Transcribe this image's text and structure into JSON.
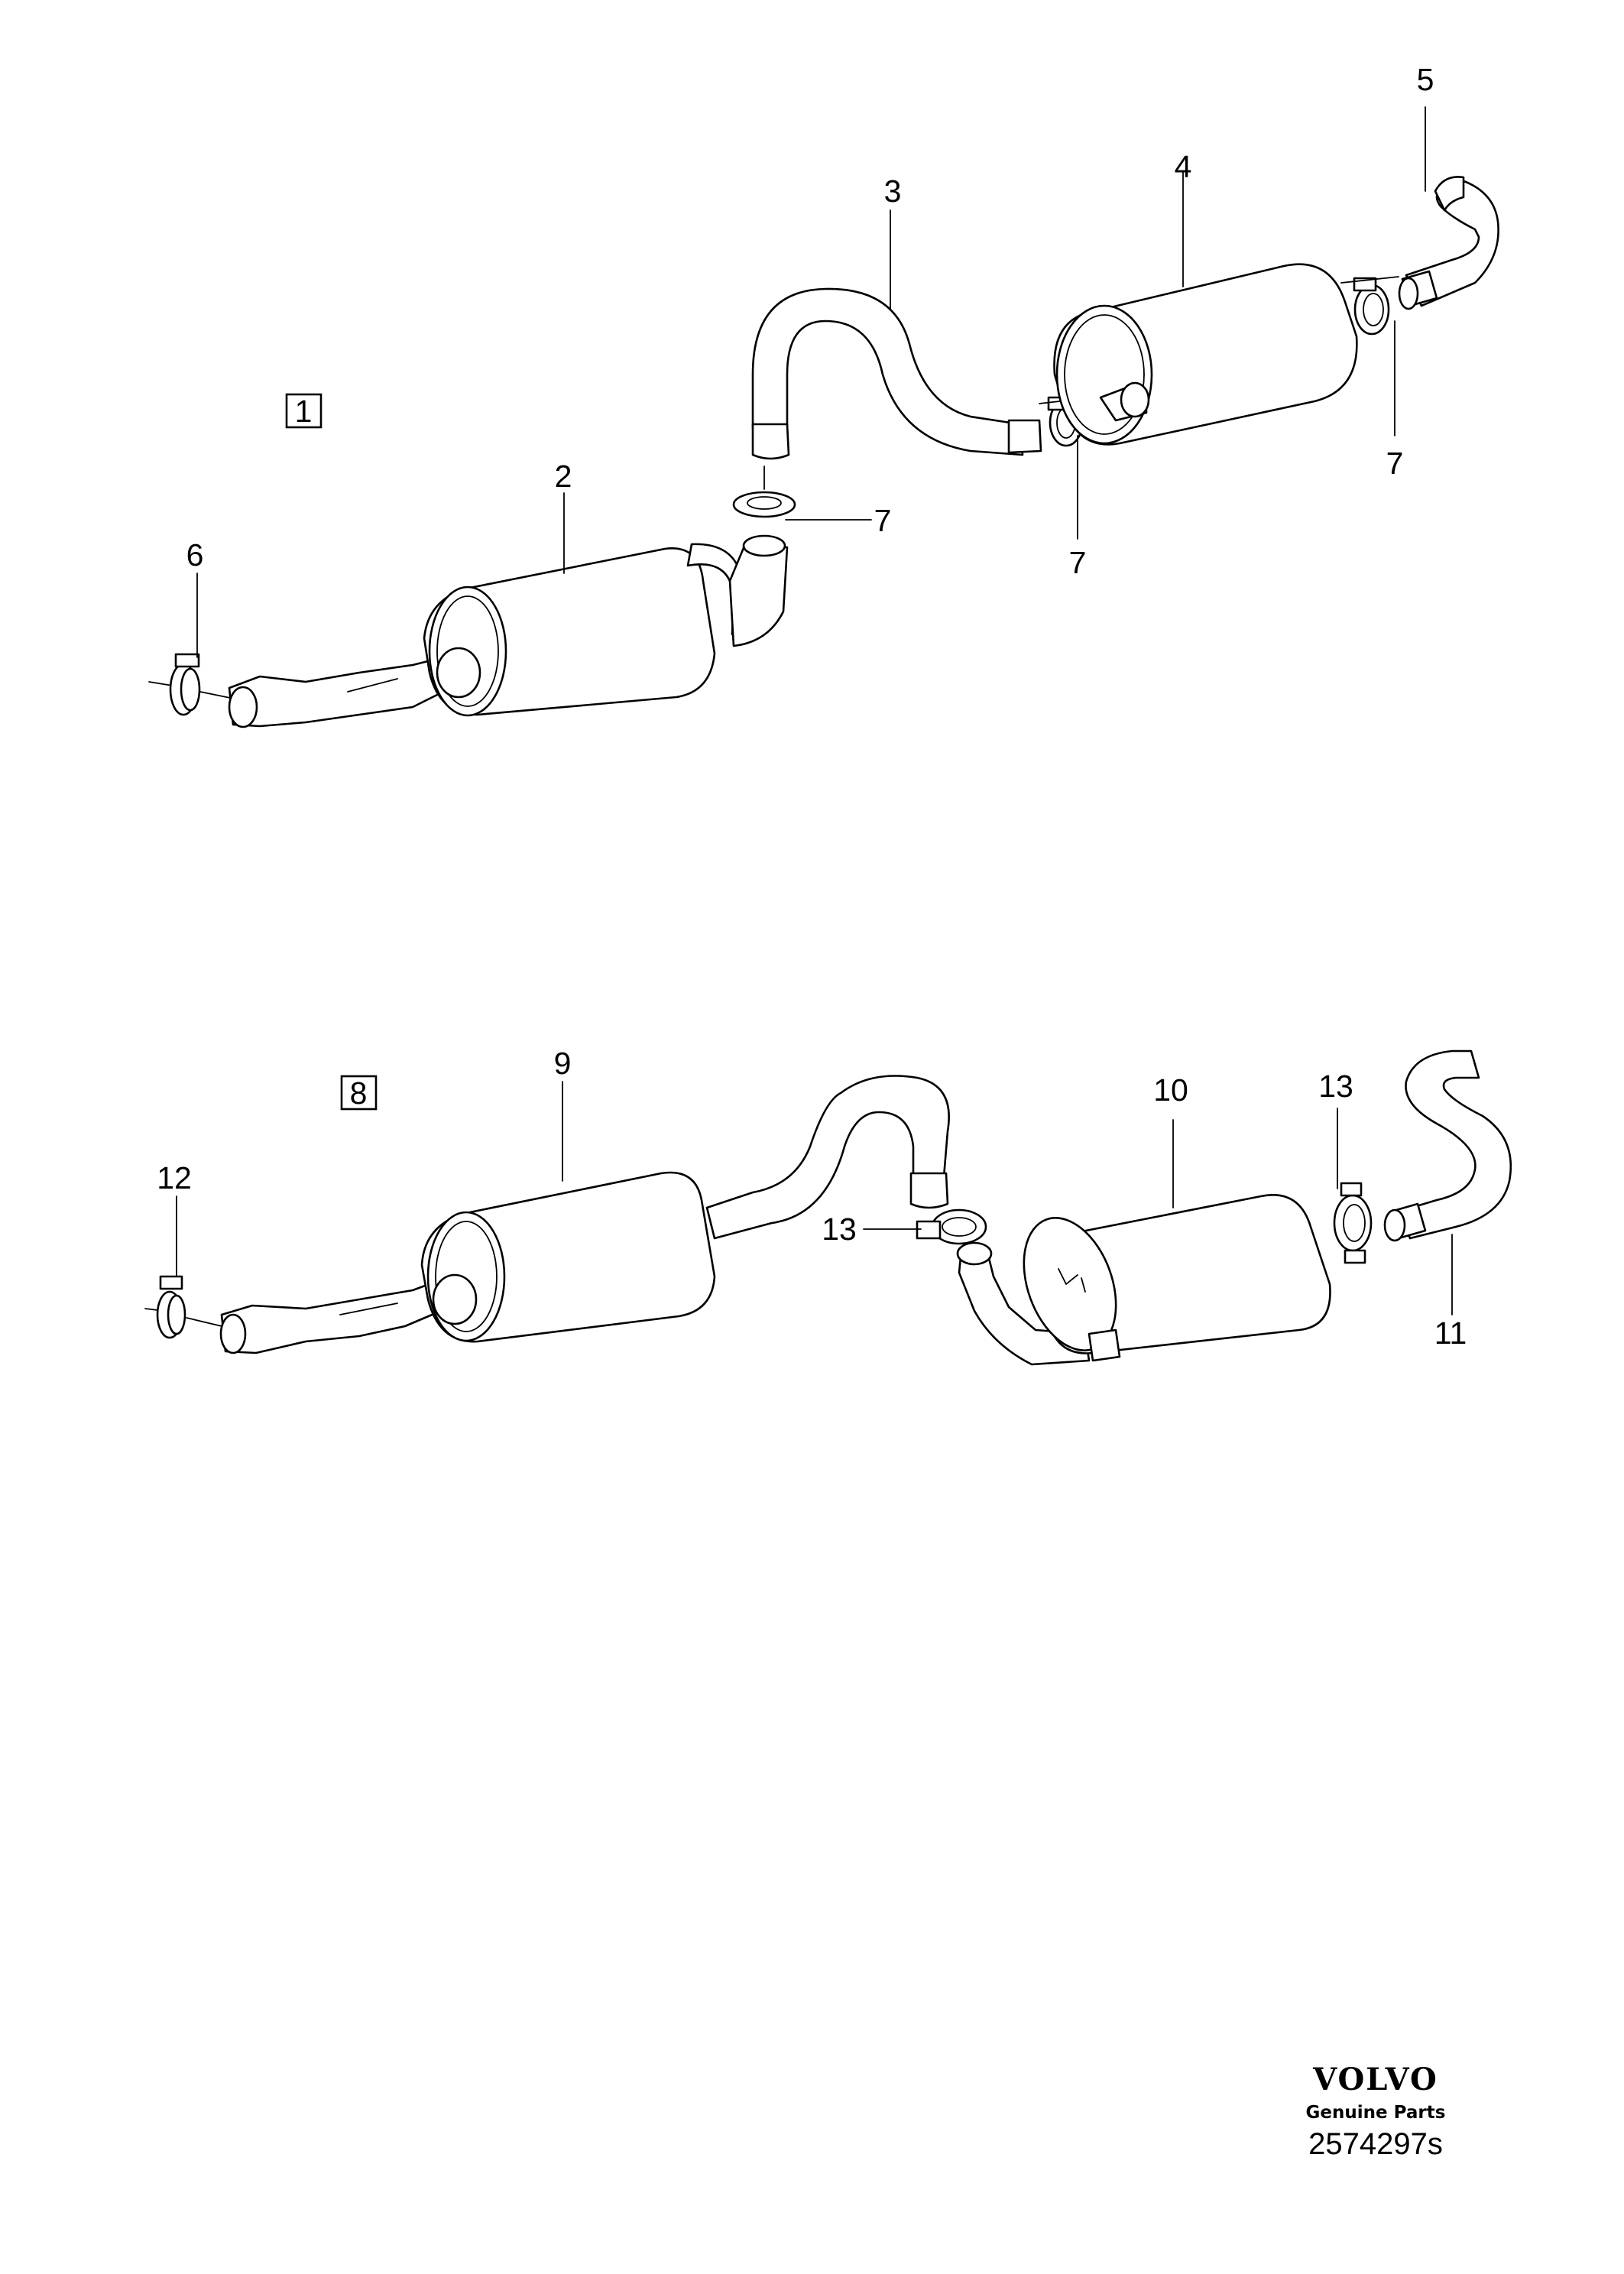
{
  "groups": [
    {
      "id": "1",
      "label": "1"
    },
    {
      "id": "8",
      "label": "8"
    }
  ],
  "callouts": {
    "c2": "2",
    "c3": "3",
    "c4": "4",
    "c5": "5",
    "c6": "6",
    "c7a": "7",
    "c7b": "7",
    "c7c": "7",
    "c9": "9",
    "c10": "10",
    "c11": "11",
    "c12": "12",
    "c13a": "13",
    "c13b": "13"
  },
  "footer": {
    "brand": "VOLVO",
    "tagline": "Genuine Parts",
    "code": "2574297s"
  }
}
